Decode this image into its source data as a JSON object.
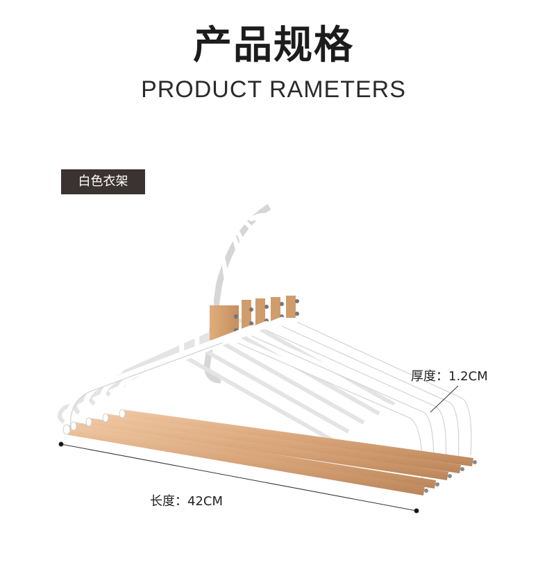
{
  "heading": {
    "title_cn": "产品规格",
    "title_en": "PRODUCT RAMETERS"
  },
  "badge": {
    "label": "白色衣架"
  },
  "dimensions": {
    "thickness": "厚度：1.2CM",
    "length": "长度：42CM"
  },
  "colors": {
    "badge_bg": "#3b3331",
    "wood": "#d9a57a",
    "hanger_frame": "#ffffff"
  }
}
